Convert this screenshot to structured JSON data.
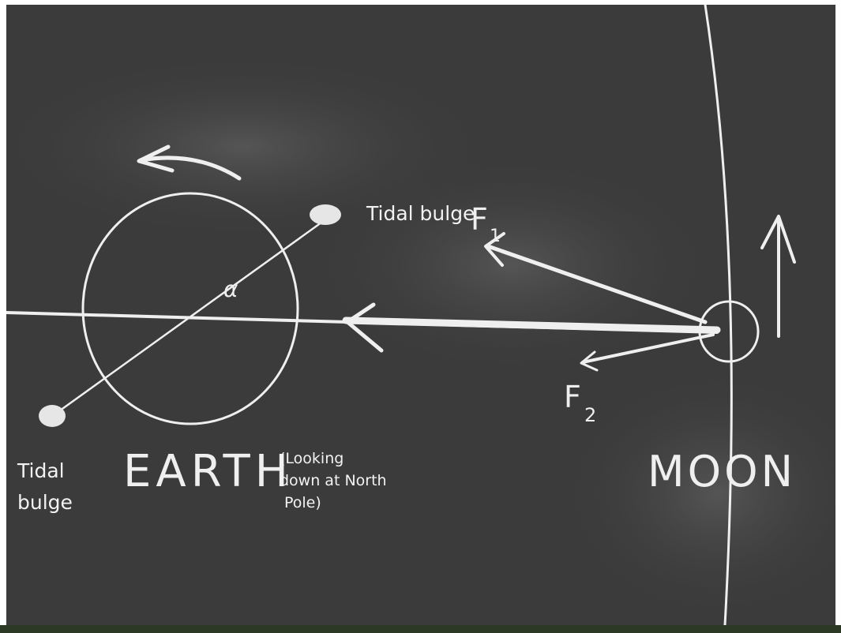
{
  "board": {
    "labels": {
      "tidal_bulge_top": "Tidal bulge",
      "tidal_bulge_left_line1": "Tidal",
      "tidal_bulge_left_line2": "bulge",
      "note_line1": "(Looking",
      "note_line2": "down at North",
      "note_line3": "Pole)"
    },
    "chalk": {
      "earth": "EARTH",
      "moon": "MOON",
      "f1": "F",
      "f1_sub": "1",
      "f2": "F",
      "f2_sub": "2",
      "alpha": "α"
    },
    "colors": {
      "board": "#3b3b3b",
      "chalk": "#f2f2f2"
    }
  }
}
